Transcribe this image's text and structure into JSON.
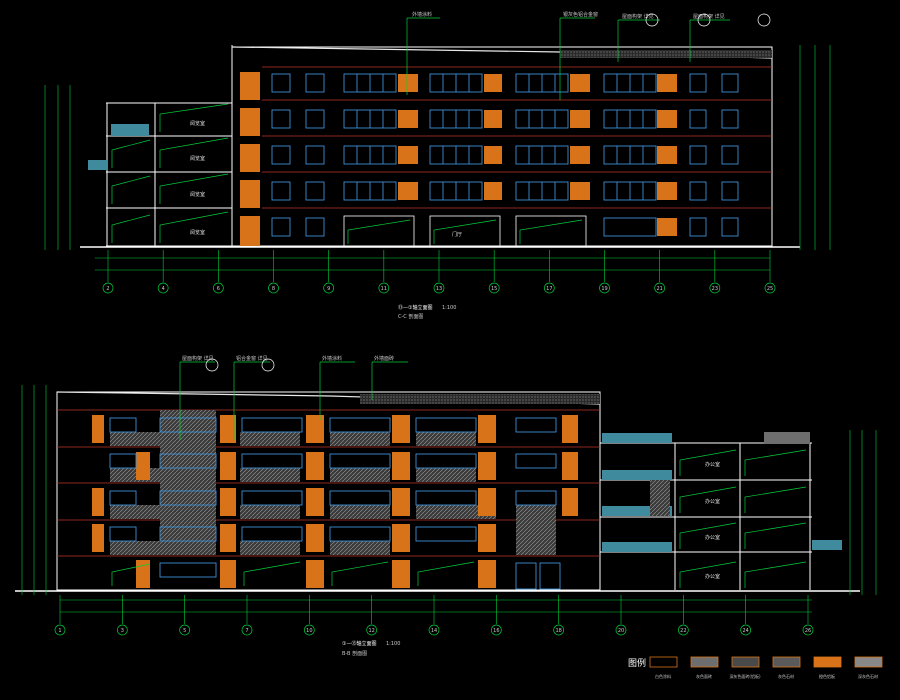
{
  "colors": {
    "background": "#000000",
    "wall": "#ffffff",
    "line_red": "#c0342a",
    "dim_green": "#00d13a",
    "window_blue": "#3c8fd6",
    "panel_orange": "#d8731a",
    "glass_teal": "#3f8a9c",
    "roof_white": "#e8e8e8",
    "axis_circle": "#00d13a",
    "hatch_gray": "#9c9c9c"
  },
  "elevation_top": {
    "title": "⑬—①轴立面图",
    "scale": "1:100",
    "sub": "C-C 剖面图",
    "floor_labels": [
      "阅览室",
      "阅览室",
      "阅览室",
      "阅览室"
    ],
    "ground_label": "门厅",
    "axes": [
      "2",
      "4",
      "6",
      "8",
      "9",
      "11",
      "13",
      "15",
      "17",
      "19",
      "21",
      "23",
      "25"
    ],
    "callouts": [
      "外墙涂料",
      "银灰色铝合金窗",
      "屋面构架 详见",
      "屋面构架 详见"
    ]
  },
  "elevation_bottom": {
    "title": "①—⑬轴立面图",
    "scale": "1:100",
    "sub": "B-B 剖面图",
    "floor_labels": [
      "办公室",
      "办公室",
      "办公室",
      "办公室"
    ],
    "callouts": [
      "屋面构架 详见",
      "铝合金窗 详见",
      "外墙涂料",
      "外墙面砖"
    ],
    "axes": [
      "1",
      "3",
      "5",
      "7",
      "10",
      "12",
      "14",
      "16",
      "18",
      "20",
      "22",
      "24",
      "26"
    ]
  },
  "legend": {
    "title": "图例",
    "items": [
      {
        "label": "白色涂料",
        "swatch": "#000000"
      },
      {
        "label": "灰色面砖",
        "swatch": "#6e6e6e"
      },
      {
        "label": "深灰色面砖(铝板)",
        "swatch": "#4a4a4a"
      },
      {
        "label": "灰色石材",
        "swatch": "#5a5a5a"
      },
      {
        "label": "橙色铝板",
        "swatch": "#d8731a"
      },
      {
        "label": "深灰色石材",
        "swatch": "#888888"
      }
    ]
  }
}
